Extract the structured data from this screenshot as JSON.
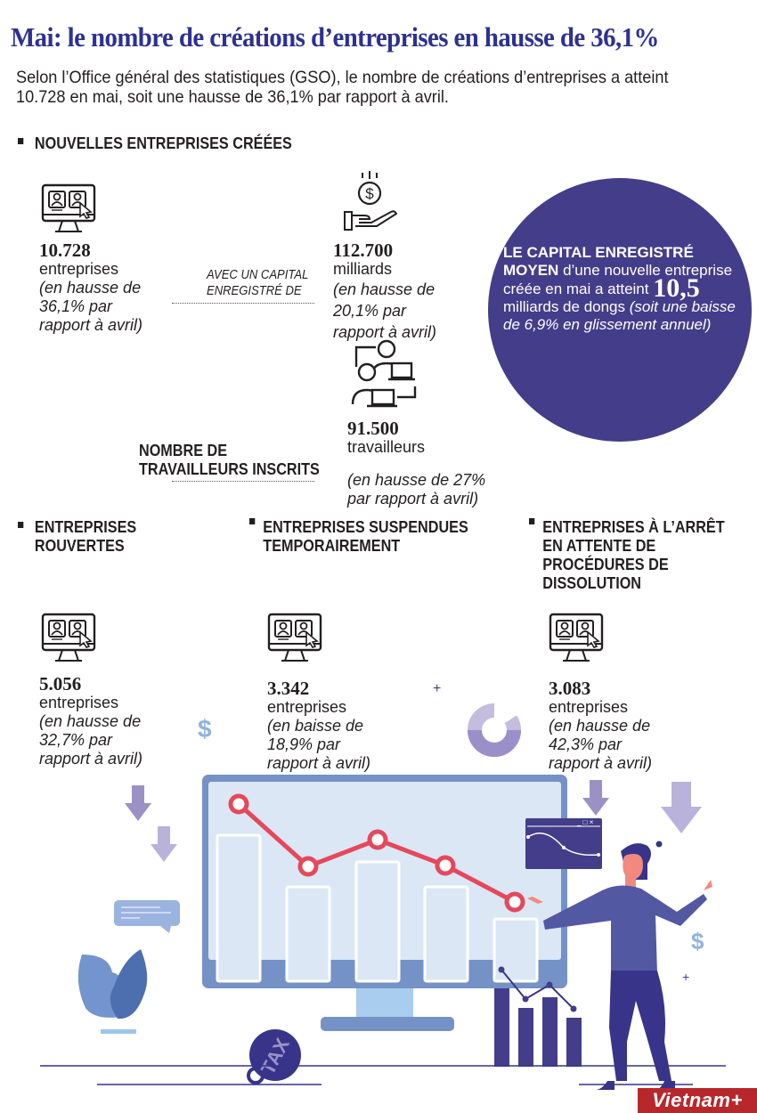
{
  "header": {
    "title": "Mai: le nombre de créations d’entreprises en hausse de 36,1%",
    "intro": "Selon l’Office général des statistiques (GSO), le nombre de créations d’entreprises a atteint 10.728 en mai, soit une hausse de 36,1% par rapport à avril."
  },
  "section_new": {
    "heading": "NOUVELLES ENTREPRISES CRÉÉES",
    "enterprises": {
      "value": "10.728",
      "unit": "entreprises",
      "note": "(en hausse de 36,1% par rapport à avril)"
    },
    "capital_label": "AVEC UN CAPITAL ENREGISTRÉ DE",
    "capital": {
      "value": "112.700",
      "unit": "milliards",
      "note": "(en hausse de 20,1% par rapport à avril)"
    },
    "workers_label": "NOMBRE DE TRAVAILLEURS INSCRITS",
    "workers": {
      "value": "91.500",
      "unit": "travailleurs",
      "note": "(en hausse de 27% par rapport à avril)"
    }
  },
  "highlight": {
    "bold_lead": "LE CAPITAL ENREGISTRÉ MOYEN",
    "text1": " d’une nouvelle entreprise créée en mai a atteint ",
    "big_value": "10,5",
    "text2": " milliards de dongs ",
    "note": "(soit une baisse de 6,9% en glissement annuel)",
    "color": "#443d8a"
  },
  "sections": [
    {
      "heading": "ENTREPRISES ROUVERTES",
      "value": "5.056",
      "unit": "entreprises",
      "note": "(en hausse de 32,7% par rapport à avril)"
    },
    {
      "heading": "ENTREPRISES SUSPENDUES TEMPORAIREMENT",
      "value": "3.342",
      "unit": "entreprises",
      "note": "(en baisse de 18,9% par rapport à avril)"
    },
    {
      "heading": "ENTREPRISES À L’ARRÊT EN ATTENTE DE PROCÉDURES DE DISSOLUTION",
      "value": "3.083",
      "unit": "entreprises",
      "note": "(en hausse de 42,3% par rapport à avril)"
    }
  ],
  "illustration": {
    "tax_label": "TAX",
    "window_controls": "_ □ ×"
  },
  "footer": {
    "logo": "Vietnam+"
  },
  "colors": {
    "title": "#2e3192",
    "accent_red": "#e5485a",
    "monitor": "#7592c6",
    "screen": "#dbe7f5",
    "navy": "#37348a"
  }
}
